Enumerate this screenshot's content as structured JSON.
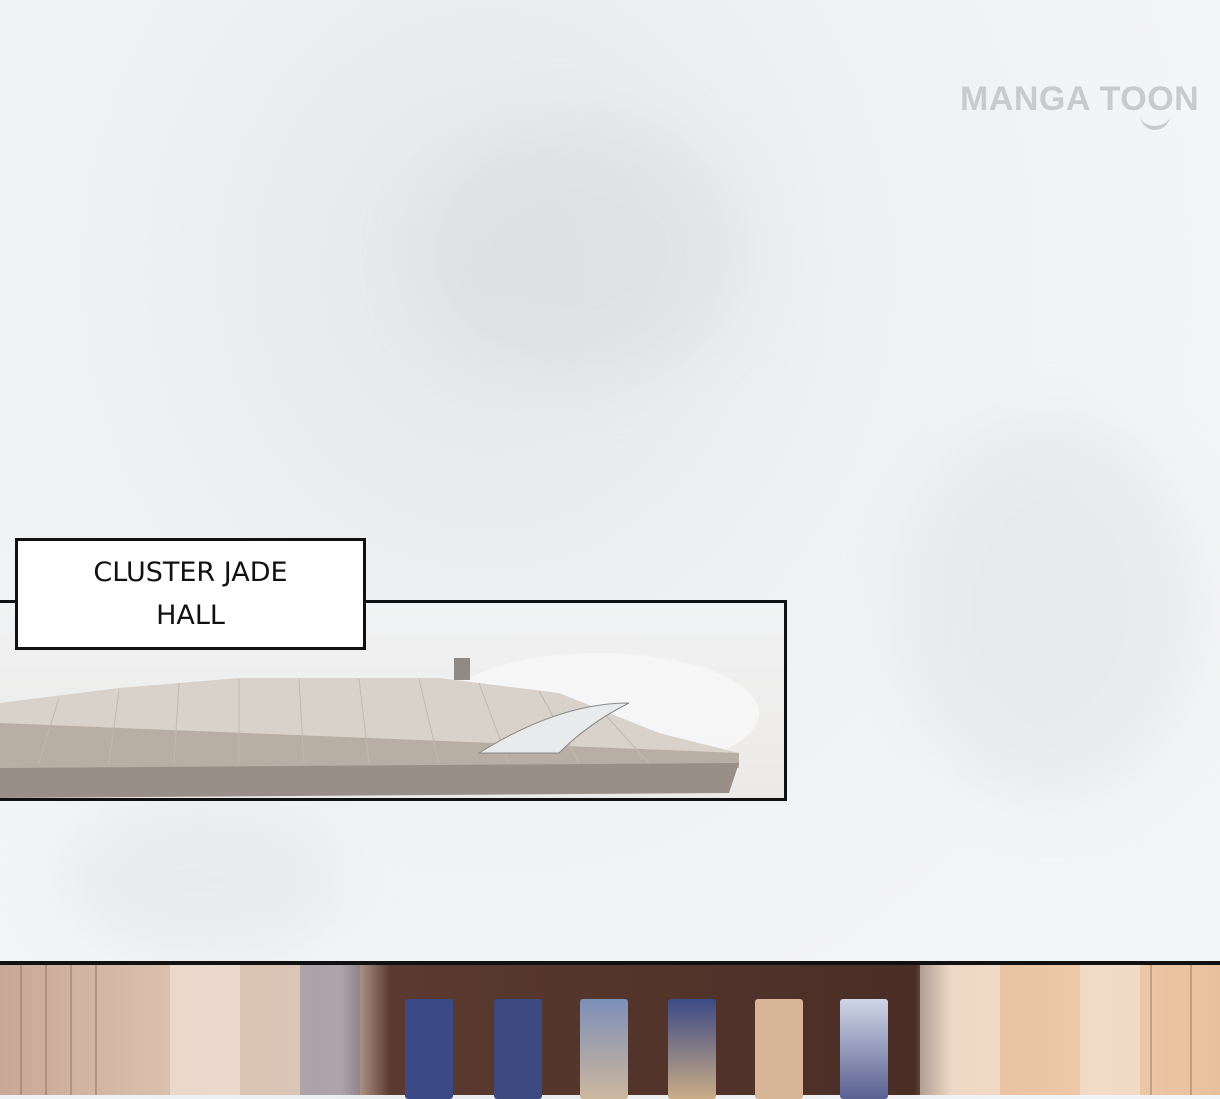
{
  "watermark": {
    "text": "MANGA TOON"
  },
  "caption": {
    "line1": "CLUSTER JADE",
    "line2": "HALL"
  },
  "colors": {
    "panel_border": "#111111",
    "logo": "#c9cacc",
    "screen_blue": "#3b4a86",
    "wood": "#4a2e26"
  }
}
